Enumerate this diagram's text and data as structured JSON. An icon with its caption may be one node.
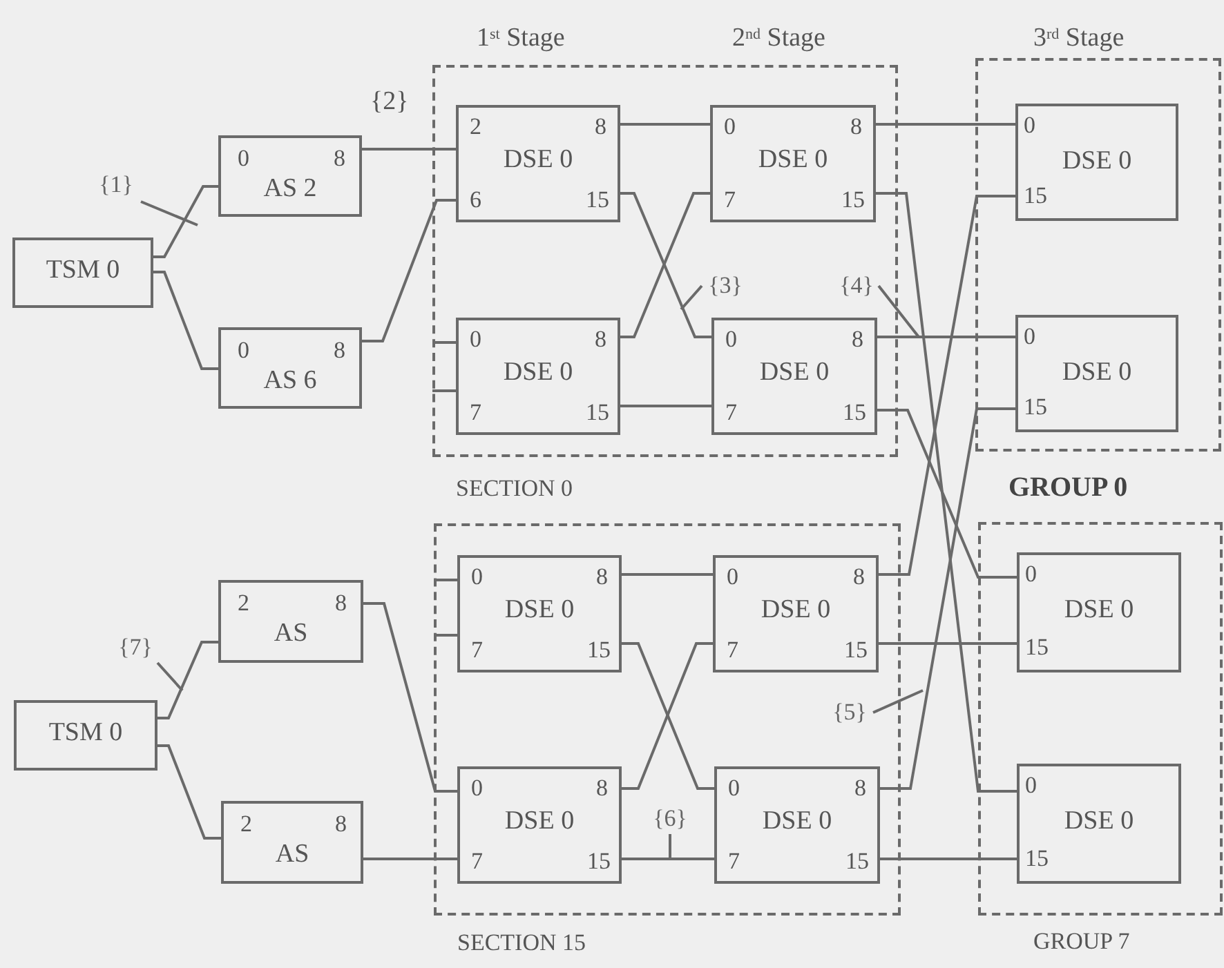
{
  "diagram": {
    "nodes": [
      {
        "text": [
          "TSM 0"
        ]
      },
      {
        "text": [
          "0",
          "8",
          "AS 2"
        ]
      },
      {
        "text": [
          "0",
          "8",
          "AS 6"
        ]
      },
      {
        "text": [
          "SECTION 0"
        ]
      },
      {
        "text": [
          "2",
          "8",
          "DSE 0",
          "6",
          "15"
        ],
        "in": 3
      },
      {
        "text": [
          "0",
          "8",
          "DSE 0",
          "7",
          "15"
        ],
        "in": 3
      },
      {
        "text": [
          "0",
          "8",
          "DSE 0",
          "7",
          "15"
        ],
        "in": 3
      },
      {
        "text": [
          "0",
          "8",
          "DSE 0",
          "7",
          "15"
        ],
        "in": 3
      },
      {
        "text": [
          "GROUP 0"
        ]
      },
      {
        "text": [
          "0",
          "DSE 0",
          "15"
        ],
        "in": 8
      },
      {
        "text": [
          "0",
          "DSE 0",
          "15"
        ],
        "in": 8
      },
      {
        "text": [
          "TSM 0"
        ]
      },
      {
        "text": [
          "2",
          "8",
          "AS"
        ]
      },
      {
        "text": [
          "2",
          "8",
          "AS"
        ]
      },
      {
        "text": [
          "SECTION 15"
        ]
      },
      {
        "text": [
          "0",
          "8",
          "DSE 0",
          "7",
          "15"
        ],
        "in": 14
      },
      {
        "text": [
          "0",
          "8",
          "DSE 0",
          "7",
          "15"
        ],
        "in": 14
      },
      {
        "text": [
          "0",
          "8",
          "DSE 0",
          "7",
          "15"
        ],
        "in": 14
      },
      {
        "text": [
          "0",
          "8",
          "DSE 0",
          "7",
          "15"
        ],
        "in": 14
      },
      {
        "text": [
          "GROUP 7"
        ]
      },
      {
        "text": [
          "0",
          "DSE 0",
          "15"
        ],
        "in": 19
      },
      {
        "text": [
          "0",
          "DSE 0",
          "15"
        ],
        "in": 19
      },
      {
        "text": [
          "{1}"
        ]
      },
      {
        "text": [
          "{3}"
        ],
        "in": 3
      },
      {
        "text": [
          "{4}"
        ],
        "in": 3
      },
      {
        "text": [
          "{5}"
        ],
        "in": 14
      },
      {
        "text": [
          "{6}"
        ],
        "in": 14
      },
      {
        "text": [
          "{7}"
        ]
      }
    ],
    "edges": [
      {
        "from": 0,
        "to": 1,
        "arrow": "none"
      },
      {
        "from": 0,
        "to": 2,
        "arrow": "none"
      },
      {
        "from": 1,
        "to": 4,
        "arrow": "none"
      },
      {
        "from": 2,
        "to": 4,
        "arrow": "none"
      },
      {
        "from": 4,
        "to": 5,
        "arrow": "none"
      },
      {
        "from": 4,
        "to": 7,
        "arrow": "none"
      },
      {
        "from": 6,
        "to": 5,
        "arrow": "none"
      },
      {
        "from": 6,
        "to": 7,
        "arrow": "none"
      },
      {
        "from": 5,
        "to": 9,
        "arrow": "none"
      },
      {
        "from": 5,
        "to": 21,
        "arrow": "none"
      },
      {
        "from": 7,
        "to": 10,
        "arrow": "none"
      },
      {
        "from": 7,
        "to": 20,
        "arrow": "none"
      },
      {
        "from": null,
        "to": 6,
        "arrow": "none"
      },
      {
        "from": null,
        "to": 6,
        "arrow": "none"
      },
      {
        "from": 11,
        "to": 12,
        "arrow": "none"
      },
      {
        "from": 11,
        "to": 13,
        "arrow": "none"
      },
      {
        "from": 12,
        "to": 17,
        "arrow": "none"
      },
      {
        "from": 13,
        "to": 17,
        "arrow": "none"
      },
      {
        "from": null,
        "to": 15,
        "arrow": "none"
      },
      {
        "from": null,
        "to": 15,
        "arrow": "none"
      },
      {
        "from": 15,
        "to": 16,
        "arrow": "none"
      },
      {
        "from": 15,
        "to": 18,
        "arrow": "none"
      },
      {
        "from": 17,
        "to": 16,
        "arrow": "none"
      },
      {
        "from": 17,
        "to": 18,
        "arrow": "none"
      },
      {
        "from": 16,
        "to": 9,
        "arrow": "none"
      },
      {
        "from": 16,
        "to": 20,
        "arrow": "none"
      },
      {
        "from": 18,
        "to": 10,
        "arrow": "none"
      },
      {
        "from": 18,
        "to": 21,
        "arrow": "none"
      },
      {
        "from": 22,
        "to": null,
        "arrow": "none"
      },
      {
        "from": 23,
        "to": null,
        "arrow": "none"
      },
      {
        "from": 24,
        "to": null,
        "arrow": "none"
      },
      {
        "from": 25,
        "to": null,
        "arrow": "none"
      },
      {
        "from": 26,
        "to": null,
        "arrow": "none"
      },
      {
        "from": 27,
        "to": null,
        "arrow": "none"
      }
    ],
    "labels": [
      "1$^{st}$ Stage",
      "2$^{nd}$ Stage",
      "3$^{rd}$ Stage",
      "{2}"
    ]
  }
}
